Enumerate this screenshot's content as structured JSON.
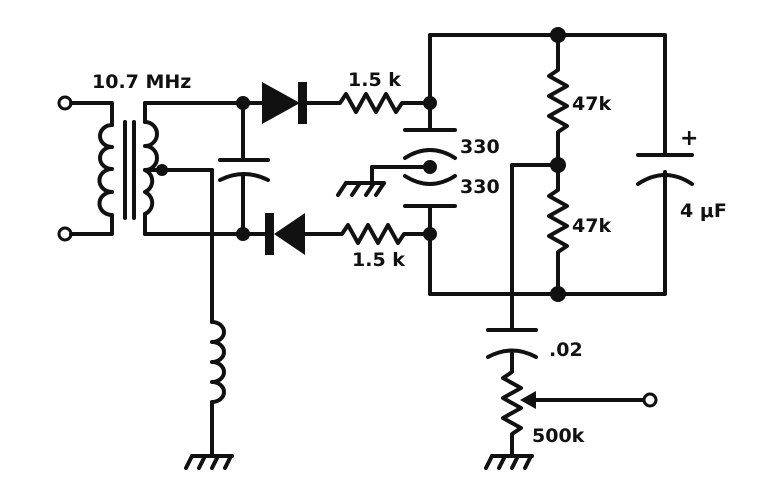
{
  "labels": {
    "frequency": "10.7 MHz",
    "r_top": "1.5 k",
    "r_bottom": "1.5 k",
    "cap_top": "330",
    "cap_bottom": "330",
    "r_div_top": "47k",
    "r_div_bottom": "47k",
    "cap_out": "4 μF",
    "cap_out_polarity": "+",
    "cap_coupling": ".02",
    "pot": "500k"
  }
}
